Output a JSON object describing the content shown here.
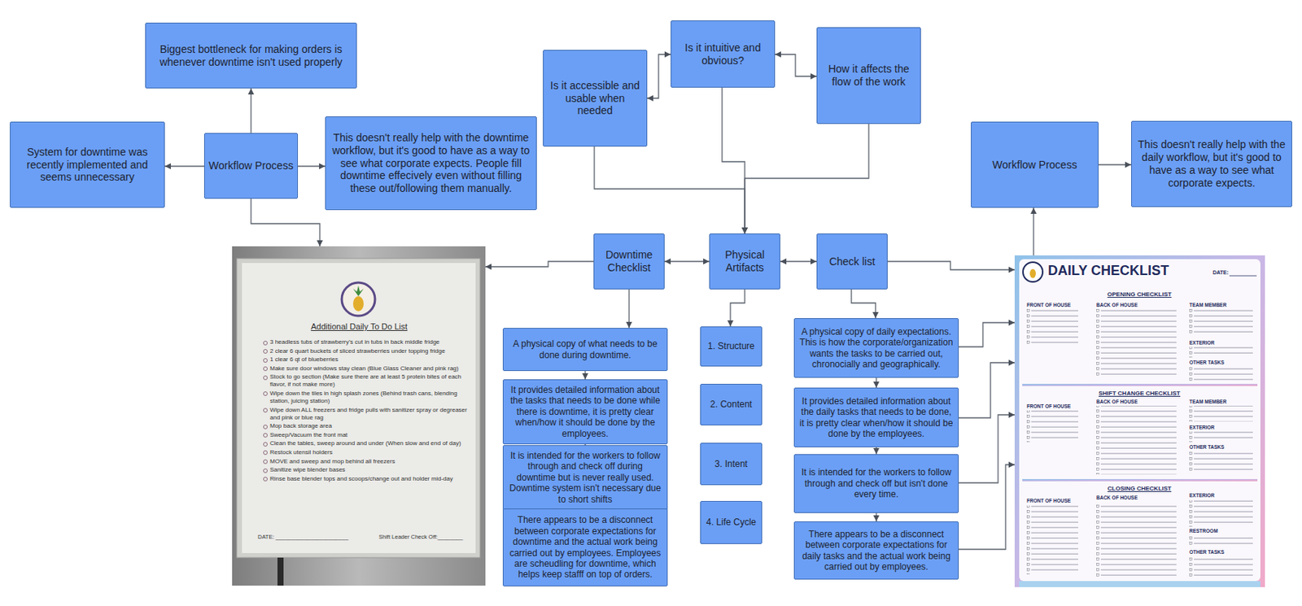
{
  "diagram": {
    "nodes": [
      {
        "text": [
          "Biggest bottleneck for making orders is whenever downtime isn't used properly"
        ]
      },
      {
        "text": [
          "Is it intuitive and obvious?"
        ]
      },
      {
        "text": [
          "Is it accessible and usable when needed"
        ]
      },
      {
        "text": [
          "How it affects the flow of the work"
        ]
      },
      {
        "text": [
          "System for downtime was recently implemented and seems unnecessary"
        ]
      },
      {
        "text": [
          "Workflow Process"
        ]
      },
      {
        "text": [
          "This doesn't really help with the downtime workflow, but it's good to have as a way to see what corporate expects. People fill downtime effecively even without filling these out/following them manually."
        ]
      },
      {
        "text": [
          "Workflow Process"
        ]
      },
      {
        "text": [
          "This doesn't really help with the daily workflow, but it's good to have as a way to see what corporate expects."
        ]
      },
      {
        "text": [
          "Downtime Checklist"
        ]
      },
      {
        "text": [
          "Physical Artifacts"
        ]
      },
      {
        "text": [
          "Check list"
        ]
      },
      {
        "text": [
          "Additional Daily To Do List",
          "3 headless tubs of strawberry's cut in tubs in back middle fridge",
          "2 clear 6 quart buckets of sliced strawberries under topping fridge",
          "1 clear 6 qt of blueberries",
          "Make sure door windows stay clean (Blue Glass Cleaner and pink rag)",
          "Stock to go section (Make sure there are at least 5 protein bites of each flavor, if not make more)",
          "Wipe down the tiles in high splash zones (Behind trash cans, blending station, juicing station)",
          "Wipe down ALL freezers and fridge pulls with sanitizer spray or degreaser and pink or blue rag",
          "Mop back storage area",
          "Sweep/Vacuum the front mat",
          "Clean the tables, sweep around and under (When slow and end of day)",
          "Restock utensil holders",
          "MOVE and sweep and mop behind all freezers",
          "Sanitize wipe blender bases",
          "Rinse base blender tops and scoops/change out and holder mid-day",
          "DATE: _______________________",
          "Shift Leader Check Off:________"
        ]
      },
      {
        "text": [
          "DAILY CHECKLIST",
          "DATE:",
          "OPENING CHECKLIST",
          "FRONT OF HOUSE",
          "BACK OF HOUSE",
          "TEAM MEMBER",
          "EXTERIOR",
          "OTHER TASKS",
          "SHIFT CHANGE CHECKLIST",
          "FRONT OF HOUSE",
          "BACK OF HOUSE",
          "TEAM MEMBER",
          "EXTERIOR",
          "OTHER TASKS",
          "CLOSING CHECKLIST",
          "FRONT OF HOUSE",
          "BACK OF HOUSE",
          "EXTERIOR",
          "RESTROOM",
          "OTHER TASKS"
        ]
      },
      {
        "text": [
          "A physical copy of what needs to be done during downtime."
        ]
      },
      {
        "text": [
          "1. Structure"
        ]
      },
      {
        "text": [
          "A physical copy of daily expectations. This is how the corporate/organization wants the tasks to be carried out, chronocially and geographically."
        ]
      },
      {
        "text": [
          "It provides detailed information about the tasks that needs to be done while there is downtime, it is pretty clear when/how it should be done by the employees."
        ]
      },
      {
        "text": [
          "2. Content"
        ]
      },
      {
        "text": [
          "It provides detailed information about the daily tasks that needs to be done, it is pretty clear when/how it should be done by the employees."
        ]
      },
      {
        "text": [
          "It is intended for the workers to follow through and check off during downtime but is never really used. Downtime system isn't necessary due to short shifts"
        ]
      },
      {
        "text": [
          "3. Intent"
        ]
      },
      {
        "text": [
          "It is intended for the workers to follow through and check off but isn't done every time."
        ]
      },
      {
        "text": [
          "There appears to be a disconnect between corporate expectations for downtime and the actual work being carried out by employees. Employees are scheudling for downtime, which helps keep stafff on top of orders."
        ]
      },
      {
        "text": [
          "4. Life Cycle"
        ]
      },
      {
        "text": [
          "There appears to be a disconnect between corporate expectations for daily tasks and the actual work being carried out by employees."
        ]
      }
    ],
    "edges": [
      {
        "from": 5,
        "to": 0,
        "arrow": "to"
      },
      {
        "from": 5,
        "to": 4,
        "arrow": "to"
      },
      {
        "from": 5,
        "to": 6,
        "arrow": "to"
      },
      {
        "from": 5,
        "to": 12,
        "arrow": "to"
      },
      {
        "from": 2,
        "to": 1,
        "arrow": "both"
      },
      {
        "from": 1,
        "to": 3,
        "arrow": "both"
      },
      {
        "from": 2,
        "to": 10,
        "arrow": "to"
      },
      {
        "from": 1,
        "to": 10,
        "arrow": "to"
      },
      {
        "from": 3,
        "to": 10,
        "arrow": "to"
      },
      {
        "from": 10,
        "to": 9,
        "arrow": "both"
      },
      {
        "from": 10,
        "to": 11,
        "arrow": "both"
      },
      {
        "from": 10,
        "to": 15,
        "arrow": "to"
      },
      {
        "from": 9,
        "to": 12,
        "arrow": "to"
      },
      {
        "from": 9,
        "to": 14,
        "arrow": "to"
      },
      {
        "from": 14,
        "to": 17,
        "arrow": "to"
      },
      {
        "from": 17,
        "to": 20,
        "arrow": "to"
      },
      {
        "from": 20,
        "to": 23,
        "arrow": "to"
      },
      {
        "from": 11,
        "to": 16,
        "arrow": "to"
      },
      {
        "from": 11,
        "to": 13,
        "arrow": "to"
      },
      {
        "from": 13,
        "to": 7,
        "arrow": "to"
      },
      {
        "from": 7,
        "to": 8,
        "arrow": "to"
      },
      {
        "from": 16,
        "to": 19,
        "arrow": "to"
      },
      {
        "from": 19,
        "to": 22,
        "arrow": "to"
      },
      {
        "from": 22,
        "to": 25,
        "arrow": "to"
      },
      {
        "from": 16,
        "to": 13,
        "arrow": "to"
      },
      {
        "from": 19,
        "to": 13,
        "arrow": "to"
      },
      {
        "from": 22,
        "to": 13,
        "arrow": "to"
      },
      {
        "from": 25,
        "to": 13,
        "arrow": "to"
      }
    ]
  }
}
